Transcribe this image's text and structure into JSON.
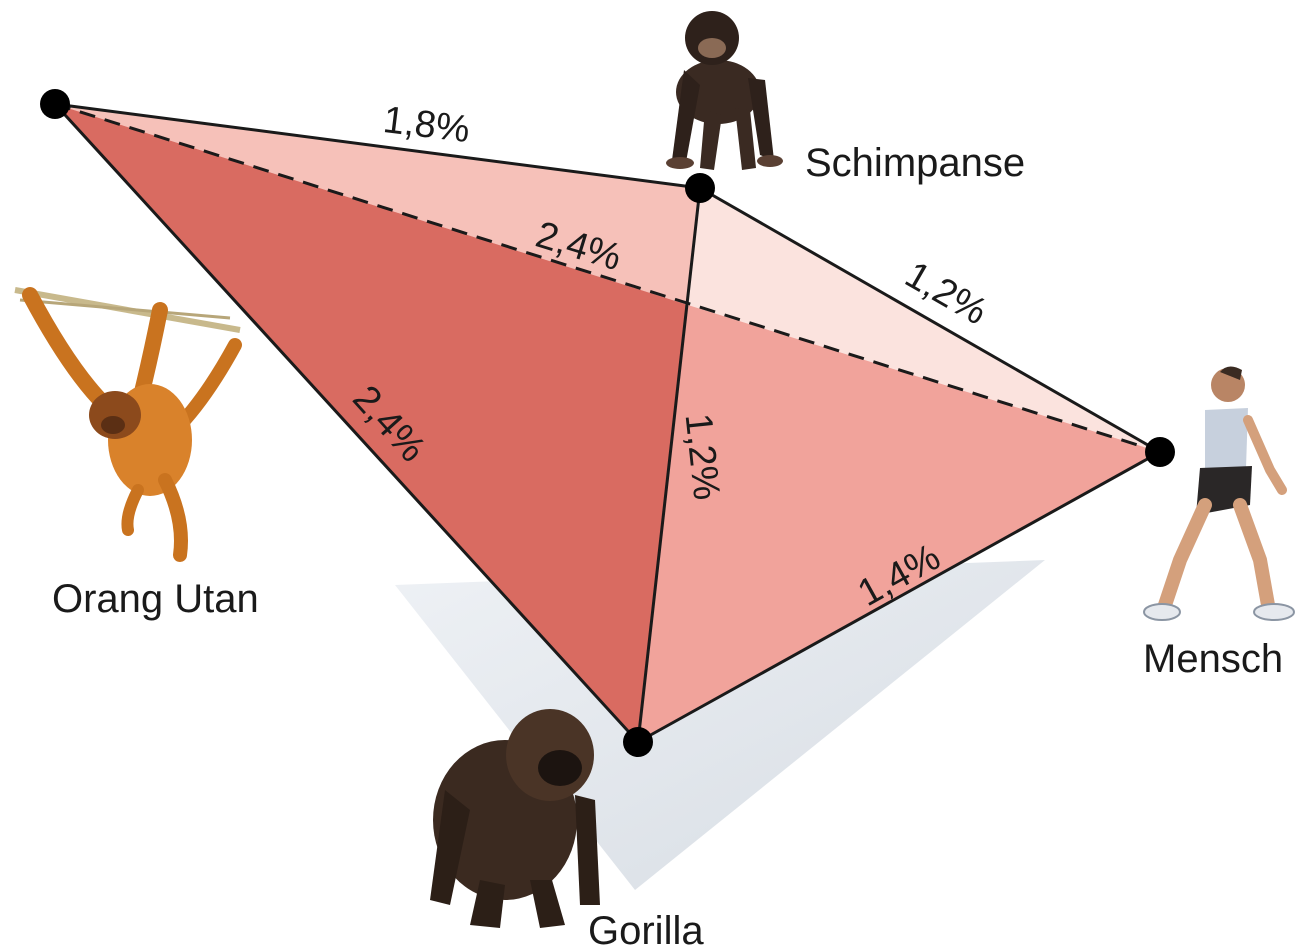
{
  "nodes": {
    "orang_utan": {
      "label": "Orang Utan",
      "icon": "orangutan-icon"
    },
    "schimpanse": {
      "label": "Schimpanse",
      "icon": "chimpanzee-icon"
    },
    "mensch": {
      "label": "Mensch",
      "icon": "human-icon"
    },
    "gorilla": {
      "label": "Gorilla",
      "icon": "gorilla-icon"
    }
  },
  "edges": {
    "orang_utan_schimpanse": "1,8%",
    "orang_utan_mensch": "2,4%",
    "schimpanse_mensch": "1,2%",
    "orang_utan_gorilla": "2,4%",
    "schimpanse_gorilla": "1,2%",
    "gorilla_mensch": "1,4%"
  },
  "colors": {
    "face_dark": "#d96b61",
    "face_mid": "#f1a39b",
    "face_light": "#f6c1b9",
    "face_pale": "#fbe3de",
    "shadow": "#dfe4ea",
    "line": "#1a1a1a"
  }
}
